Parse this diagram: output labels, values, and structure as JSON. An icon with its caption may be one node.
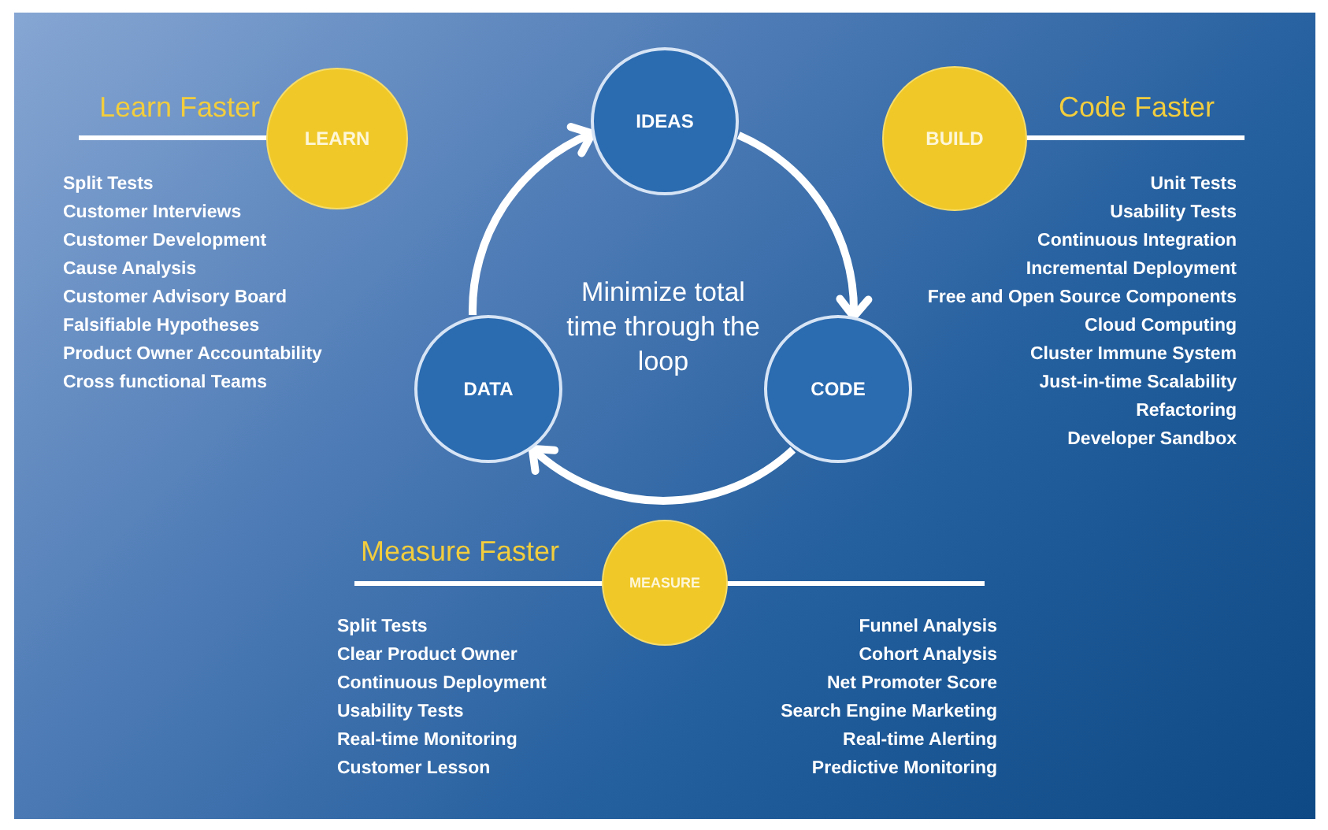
{
  "diagram": {
    "nodes": [
      {
        "text": [
          "IDEAS"
        ]
      },
      {
        "text": [
          "CODE"
        ]
      },
      {
        "text": [
          "DATA"
        ]
      },
      {
        "text": [
          "LEARN"
        ]
      },
      {
        "text": [
          "BUILD"
        ]
      },
      {
        "text": [
          "MEASURE"
        ]
      }
    ],
    "edges": [
      {
        "from": 0,
        "to": 1,
        "arrow": "to"
      },
      {
        "from": 1,
        "to": 2,
        "arrow": "to"
      },
      {
        "from": 2,
        "to": 0,
        "arrow": "to"
      }
    ],
    "labels": [
      "Learn Faster",
      "Split Tests",
      "Customer Interviews",
      "Customer Development",
      "Cause Analysis",
      "Customer Advisory Board",
      "Falsifiable Hypotheses",
      "Product Owner Accountability",
      "Cross functional Teams",
      "Code Faster",
      "Unit Tests",
      "Usability Tests",
      "Continuous Integration",
      "Incremental Deployment",
      "Free and Open Source Components",
      "Cloud Computing",
      "Cluster Immune System",
      "Just-in-time Scalability",
      "Refactoring",
      "Developer Sandbox",
      "Minimize total time through the loop",
      "Measure Faster",
      "Split Tests",
      "Clear Product Owner",
      "Continuous Deployment",
      "Usability Tests",
      "Real-time Monitoring",
      "Customer Lesson",
      "Funnel Analysis",
      "Cohort Analysis",
      "Net Promoter Score",
      "Search Engine Marketing",
      "Real-time Alerting",
      "Predictive Monitoring"
    ]
  }
}
